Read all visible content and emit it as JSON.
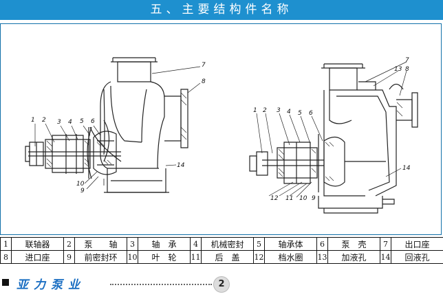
{
  "header": {
    "title": "五、主要结构件名称"
  },
  "drawing": {
    "left_callouts": [
      "1",
      "2",
      "3",
      "4",
      "5",
      "6",
      "7",
      "8",
      "9",
      "10",
      "14"
    ],
    "right_callouts": [
      "1",
      "2",
      "3",
      "4",
      "5",
      "6",
      "7",
      "13",
      "8",
      "14",
      "9",
      "10",
      "11",
      "12"
    ]
  },
  "parts_table": {
    "rows": [
      [
        {
          "num": "1",
          "name": "联轴器"
        },
        {
          "num": "2",
          "name": "泵　　轴"
        },
        {
          "num": "3",
          "name": "轴　承"
        },
        {
          "num": "4",
          "name": "机械密封"
        },
        {
          "num": "5",
          "name": "轴承体"
        },
        {
          "num": "6",
          "name": "泵　壳"
        },
        {
          "num": "7",
          "name": "出口座"
        }
      ],
      [
        {
          "num": "8",
          "name": "进口座"
        },
        {
          "num": "9",
          "name": "前密封环"
        },
        {
          "num": "10",
          "name": "叶　轮"
        },
        {
          "num": "11",
          "name": "后　盖"
        },
        {
          "num": "12",
          "name": "档水圈"
        },
        {
          "num": "13",
          "name": "加液孔"
        },
        {
          "num": "14",
          "name": "回液孔"
        }
      ]
    ]
  },
  "footer": {
    "brand": "亚力泵业",
    "page_number": "2"
  }
}
